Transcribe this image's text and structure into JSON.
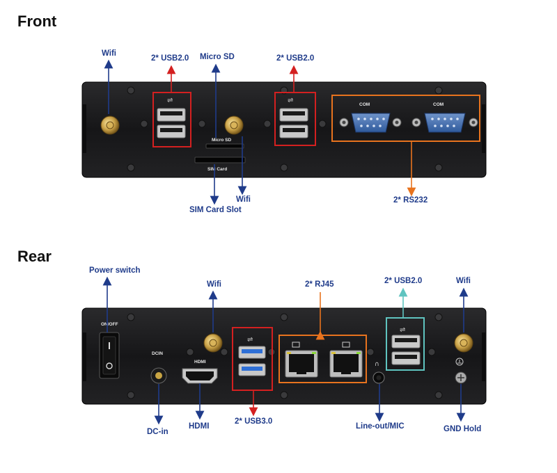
{
  "sections": {
    "front": {
      "title": "Front",
      "labels": {
        "wifi_left": "Wifi",
        "usb_left": "2* USB2.0",
        "micro_sd": "Micro SD",
        "usb_right": "2* USB2.0",
        "wifi_bottom": "Wifi",
        "sim": "SIM Card Slot",
        "rs232": "2* RS232"
      },
      "panel_text": {
        "com1": "COM",
        "com2": "COM",
        "micro_sd_print": "Micro SD",
        "sim_print": "SIM Card"
      }
    },
    "rear": {
      "title": "Rear",
      "labels": {
        "power": "Power switch",
        "wifi_mid": "Wifi",
        "rj45": "2* RJ45",
        "usb20": "2* USB2.0",
        "wifi_right": "Wifi",
        "dcin": "DC-in",
        "hdmi": "HDMI",
        "usb30": "2* USB3.0",
        "lineout": "Line-out/MIC",
        "gnd": "GND Hold"
      },
      "panel_text": {
        "onoff": "ON/OFF",
        "dcin_print": "DCIN",
        "hdmi_print": "HDMI"
      }
    }
  },
  "colors": {
    "label_blue": "#1f3b8a",
    "usb_red": "#d42020",
    "rs232_orange": "#e8731e",
    "usb2_teal": "#5fc4c0",
    "panel": "#1b1b1d"
  }
}
